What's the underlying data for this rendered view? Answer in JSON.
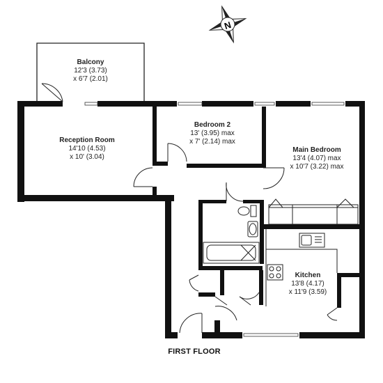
{
  "plan": {
    "floor_label": "FIRST FLOOR",
    "compass": {
      "letter": "N"
    },
    "rooms": [
      {
        "id": "balcony",
        "name": "Balcony",
        "dims": [
          "12'3 (3.73)",
          "x 6'7 (2.01)"
        ]
      },
      {
        "id": "reception",
        "name": "Reception Room",
        "dims": [
          "14'10 (4.53)",
          "x 10' (3.04)"
        ]
      },
      {
        "id": "bedroom2",
        "name": "Bedroom 2",
        "dims": [
          "13' (3.95) max",
          "x 7' (2.14) max"
        ]
      },
      {
        "id": "main-bedroom",
        "name": "Main Bedroom",
        "dims": [
          "13'4 (4.07) max",
          "x 10'7 (3.22)  max"
        ]
      },
      {
        "id": "kitchen",
        "name": "Kitchen",
        "dims": [
          "13'8 (4.17)",
          "x 11'9 (3.59)"
        ]
      }
    ],
    "colors": {
      "wall": "#111111",
      "line": "#333333",
      "window": "#ffffff"
    }
  }
}
